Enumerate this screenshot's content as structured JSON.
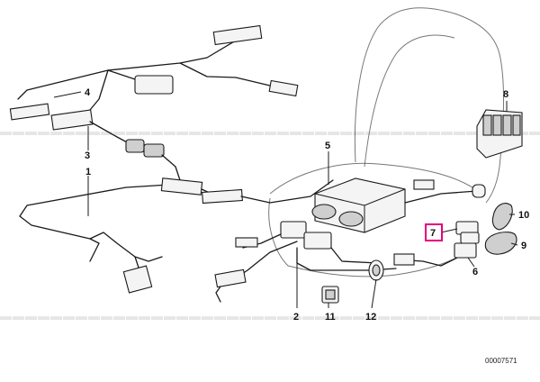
{
  "callouts": {
    "c1": "1",
    "c2": "2",
    "c3": "3",
    "c4": "4",
    "c5": "5",
    "c6": "6",
    "c7": "7",
    "c8": "8",
    "c9": "9",
    "c10": "10",
    "c11": "11",
    "c12": "12"
  },
  "highlighted_callout": "7",
  "highlight_color": "#e6007e",
  "document_number": "00007571"
}
